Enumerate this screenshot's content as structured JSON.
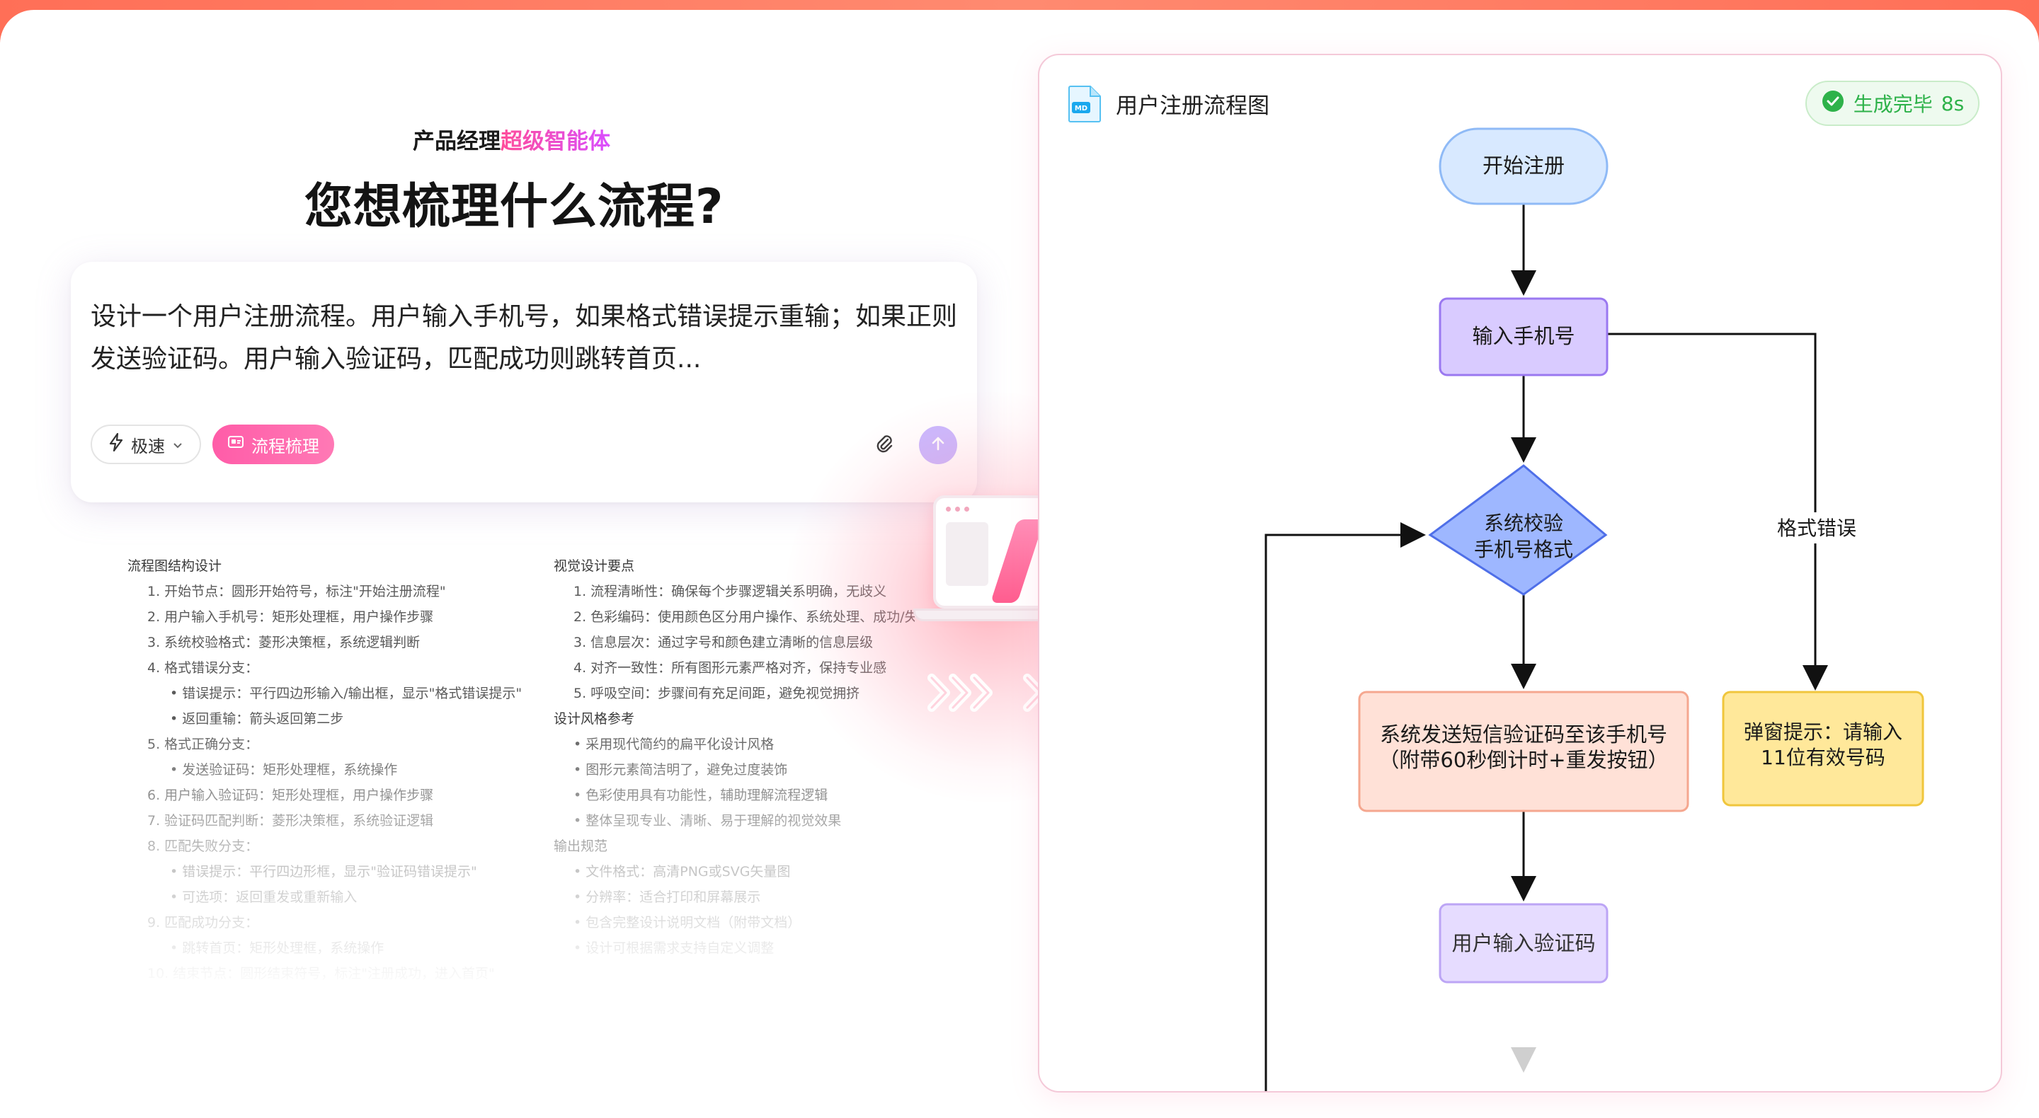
{
  "header": {
    "agent_prefix": "产品经理",
    "agent_highlight": "超级智能体",
    "hero_question": "您想梳理什么流程?"
  },
  "prompt": {
    "text": "设计一个用户注册流程。用户输入手机号，如果格式错误提示重输；如果正则发送验证码。用户输入验证码，匹配成功则跳转首页...",
    "speed_label": "极速",
    "mode_label": "流程梳理"
  },
  "outline": {
    "col1_lines": [
      {
        "level": "head",
        "text": "流程图结构设计"
      },
      {
        "level": "l1",
        "text": "1. 开始节点：圆形开始符号，标注\"开始注册流程\""
      },
      {
        "level": "l1",
        "text": "2. 用户输入手机号：矩形处理框，用户操作步骤"
      },
      {
        "level": "l1",
        "text": "3. 系统校验格式：菱形决策框，系统逻辑判断"
      },
      {
        "level": "l1",
        "text": "4. 格式错误分支："
      },
      {
        "level": "l2",
        "text": "• 错误提示：平行四边形输入/输出框，显示\"格式错误提示\""
      },
      {
        "level": "l2",
        "text": "• 返回重输：箭头返回第二步"
      },
      {
        "level": "l1",
        "text": "5. 格式正确分支："
      },
      {
        "level": "l2",
        "text": "• 发送验证码：矩形处理框，系统操作"
      },
      {
        "level": "l1",
        "text": "6. 用户输入验证码：矩形处理框，用户操作步骤"
      },
      {
        "level": "l1",
        "text": "7. 验证码匹配判断：菱形决策框，系统验证逻辑"
      },
      {
        "level": "l1",
        "text": "8. 匹配失败分支："
      },
      {
        "level": "l2",
        "text": "• 错误提示：平行四边形框，显示\"验证码错误提示\""
      },
      {
        "level": "l2",
        "text": "• 可选项：返回重发或重新输入"
      },
      {
        "level": "l1",
        "text": "9. 匹配成功分支："
      },
      {
        "level": "l2",
        "text": "• 跳转首页：矩形处理框，系统操作"
      },
      {
        "level": "l1",
        "text": "10. 结束节点：圆形结束符号，标注\"注册成功，进入首页\""
      }
    ],
    "col2_lines": [
      {
        "level": "head",
        "text": "视觉设计要点"
      },
      {
        "level": "l1",
        "text": "1. 流程清晰性：确保每个步骤逻辑关系明确，无歧义"
      },
      {
        "level": "l1",
        "text": "2. 色彩编码：使用颜色区分用户操作、系统处理、成功/失"
      },
      {
        "level": "l1",
        "text": "3. 信息层次：通过字号和颜色建立清晰的信息层级"
      },
      {
        "level": "l1",
        "text": "4. 对齐一致性：所有图形元素严格对齐，保持专业感"
      },
      {
        "level": "l1",
        "text": "5. 呼吸空间：步骤间有充足间距，避免视觉拥挤"
      },
      {
        "level": "head",
        "text": "设计风格参考"
      },
      {
        "level": "l1",
        "text": "• 采用现代简约的扁平化设计风格"
      },
      {
        "level": "l1",
        "text": "• 图形元素简洁明了，避免过度装饰"
      },
      {
        "level": "l1",
        "text": "• 色彩使用具有功能性，辅助理解流程逻辑"
      },
      {
        "level": "l1",
        "text": "• 整体呈现专业、清晰、易于理解的视觉效果"
      },
      {
        "level": "head",
        "text": "输出规范"
      },
      {
        "level": "l1",
        "text": "• 文件格式：高清PNG或SVG矢量图"
      },
      {
        "level": "l1",
        "text": "• 分辨率：适合打印和屏幕展示"
      },
      {
        "level": "l1",
        "text": "• 包含完整设计说明文档（附带文档）"
      },
      {
        "level": "l1",
        "text": "• 设计可根据需求支持自定义调整"
      }
    ]
  },
  "diagram": {
    "doc_badge": "MD",
    "title": "用户注册流程图",
    "status_text": "生成完毕",
    "status_time": "8s",
    "nodes": {
      "start": "开始注册",
      "input_phone": "输入手机号",
      "check_line1": "系统校验",
      "check_line2": "手机号格式",
      "send_line1": "系统发送短信验证码至该手机号",
      "send_line2": "（附带60秒倒计时+重发按钮）",
      "error_line1": "弹窗提示：请输入",
      "error_line2": "11位有效号码",
      "input_code": "用户输入验证码"
    },
    "edge_labels": {
      "format_error": "格式错误"
    }
  },
  "colors": {
    "accent_pink": "#ff5ca8",
    "send_purple": "#c7b5ff",
    "start_node": "#d8e9ff",
    "process_node": "#d9cbff",
    "decision_node": "#9eb7ff",
    "send_node": "#ffe1d7",
    "error_node": "#ffe89a",
    "status_green": "#2eb24a"
  }
}
